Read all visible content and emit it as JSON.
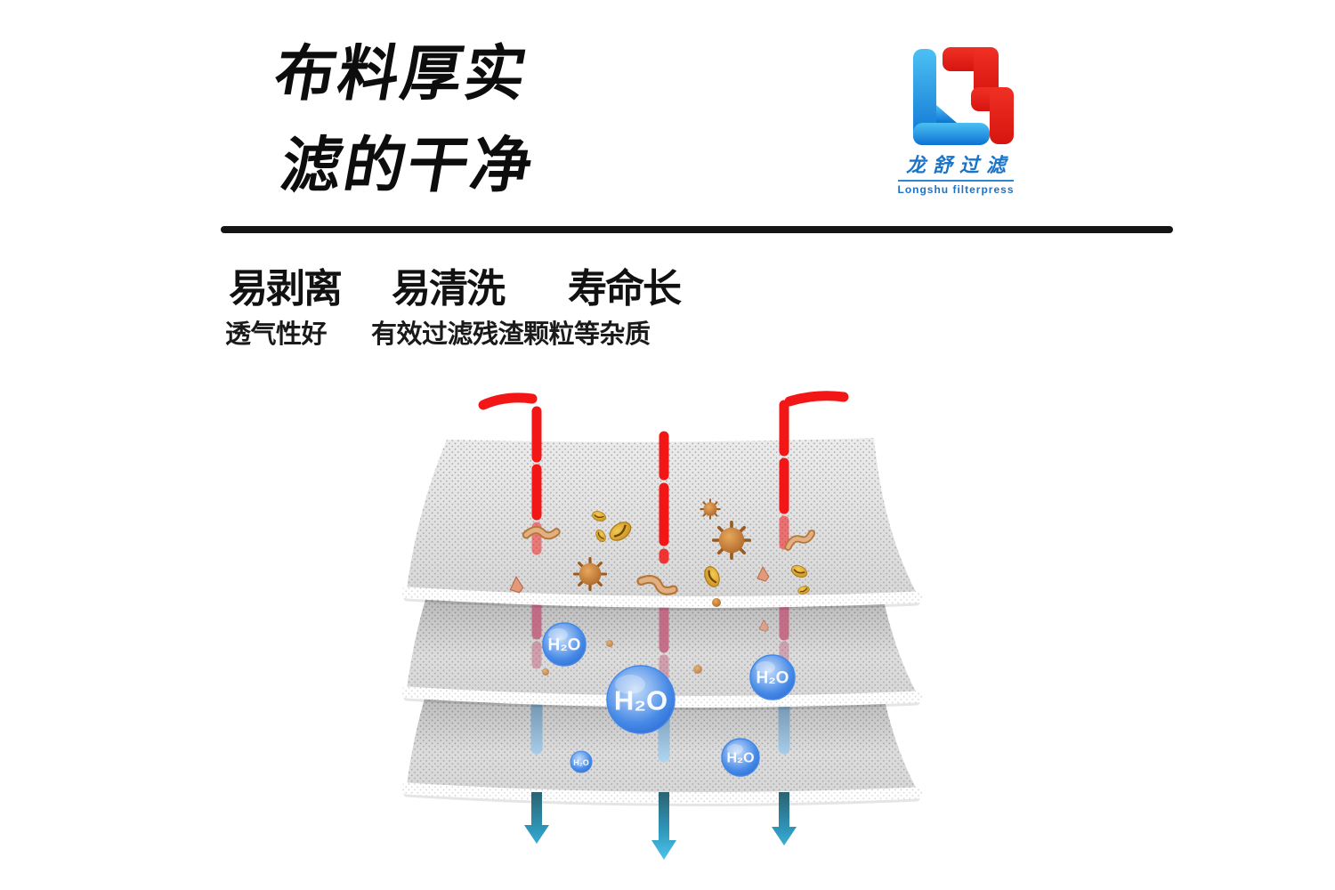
{
  "header": {
    "title_line1": "布料厚实",
    "title_line2": "滤的干净"
  },
  "logo": {
    "name_cn": "龙舒过滤",
    "name_en": "Longshu filterpress",
    "mark_blue": "#1e8ee6",
    "mark_red": "#e6221a",
    "text_color": "#1b74c8"
  },
  "features": {
    "headlines": [
      "易剥离",
      "易清洗",
      "寿命长"
    ],
    "details": [
      "透气性好",
      "有效过滤残渣颗粒等杂质"
    ]
  },
  "illustration": {
    "droplets": [
      {
        "label": "H₂O"
      },
      {
        "label": "H₂O"
      },
      {
        "label": "H₂O"
      },
      {
        "label": "H₂O"
      },
      {
        "label": "H₂O"
      }
    ],
    "colors": {
      "inflow_arrow": "#f31616",
      "pink_dash": "#c25878",
      "outflow_dash_top": "#6e94b2",
      "outflow_dash_bottom": "#abd4f2",
      "outflow_arrow_dark": "#2b6575",
      "outflow_arrow_light": "#52c9f2",
      "droplet_blue": "#2f72dc",
      "fabric_gray": "#dedede",
      "debris_brown": "#c9803d"
    }
  }
}
